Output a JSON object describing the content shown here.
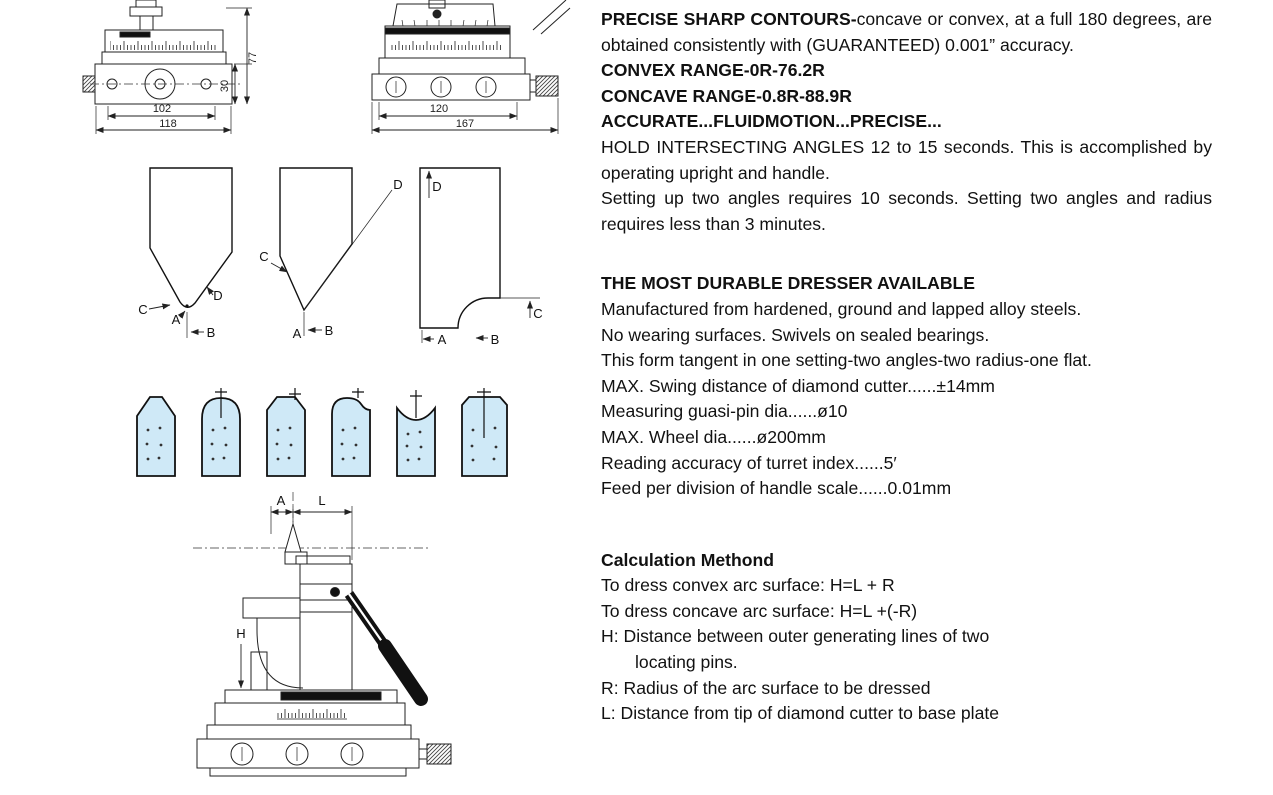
{
  "page": {
    "background": "#ffffff",
    "ink": "#111111",
    "profile_fill": "#cfe9f7"
  },
  "drawings": {
    "front_view": {
      "width_inner": "102",
      "width_outer": "118",
      "height_total": "77",
      "height_base": "30"
    },
    "top_view": {
      "width_inner": "120",
      "width_outer": "167"
    },
    "labels": {
      "a": "A",
      "b": "B",
      "c": "C",
      "d": "D",
      "h": "H",
      "l": "L"
    }
  },
  "content": {
    "intro_bold": "PRECISE SHARP CONTOURS-",
    "intro_rest": "concave or convex, at a full 180 degrees, are obtained consistently with (GUARANTEED) 0.001” accuracy.",
    "convex_range": "CONVEX RANGE-0R-76.2R",
    "concave_range": "CONCAVE RANGE-0.8R-88.9R",
    "accurate_line": "ACCURATE...FLUIDMOTION...PRECISE...",
    "hold_para": "HOLD INTERSECTING ANGLES 12 to 15 seconds. This is accomplished by operating upright and handle.",
    "setting_para": "Setting up two  angles requires 10 seconds. Setting two angles and radius requires less than 3 minutes.",
    "durable_heading": "THE MOST DURABLE DRESSER AVAILABLE",
    "durable_lines": [
      "Manufactured from hardened, ground and lapped alloy steels.",
      "No wearing surfaces. Swivels on sealed bearings.",
      "This form tangent in one setting-two angles-two radius-one flat.",
      "MAX. Swing distance of diamond cutter......±14mm",
      "Measuring guasi-pin dia......ø10",
      "MAX. Wheel dia......ø200mm",
      "Reading accuracy of turret index......5′",
      "Feed per division of handle scale......0.01mm"
    ],
    "calc_heading": "Calculation Methond",
    "calc_lines": [
      "To dress convex arc surface: H=L + R",
      "To dress concave arc surface: H=L +(-R)",
      "H: Distance between outer generating lines of two",
      "locating pins.",
      "R: Radius of the arc surface to be dressed",
      "L: Distance from tip of diamond cutter to base plate"
    ]
  }
}
